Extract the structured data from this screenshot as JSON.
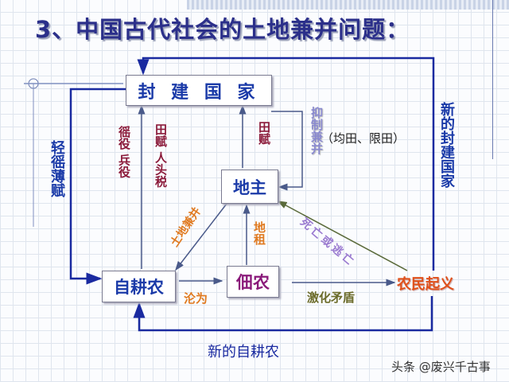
{
  "title": "3、中国古代社会的土地兼并问题：",
  "nodes": {
    "state": "封 建 国 家",
    "landlord": "地主",
    "freeholder": "自耕农",
    "tenant": "佃农",
    "uprising": "农民起义"
  },
  "labels": {
    "corvee": "徭役 兵役",
    "land_tax_poll_tax": "田赋 人头税",
    "land_tax": "田赋",
    "restrain_annexation": "抑制兼并",
    "policies": "（均田、限田）",
    "light_taxes": "轻徭薄赋",
    "new_state": "新的封建国家",
    "land_annexation": "土地兼并",
    "rent": "地租",
    "death_or_flight": "死亡或逃亡",
    "reduced_to": "沦为",
    "intensify_conflict": "激化矛盾",
    "new_freeholders": "新的自耕农"
  },
  "watermark": "头条 @废兴千古事",
  "colors": {
    "navy": "#2b2f8a",
    "blue": "#1a3aa8",
    "darkred": "#8b1a3a",
    "orange": "#e07a20",
    "purple": "#9a7ad0",
    "olive": "#6b6b2a",
    "uprising": "#e0501a",
    "line": "#1a2aa0"
  }
}
